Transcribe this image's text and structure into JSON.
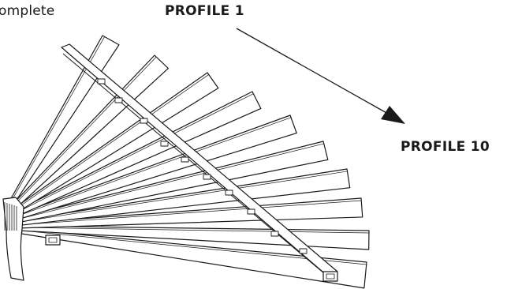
{
  "caption": "omplete",
  "labels": {
    "start": "PROFILE 1",
    "end": "PROFILE 10"
  },
  "colors": {
    "ink": "#1a1a1a",
    "background": "#ffffff"
  }
}
